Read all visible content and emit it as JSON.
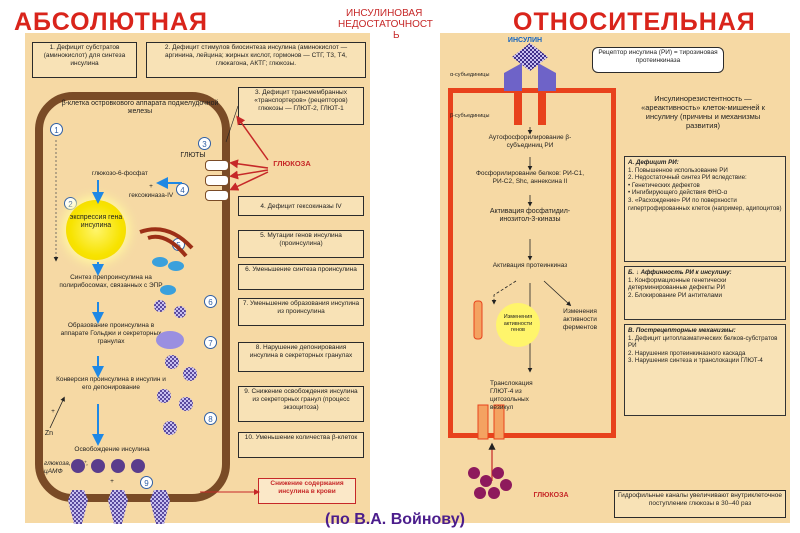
{
  "headers": {
    "absolute": "АБСОЛЮТНАЯ",
    "center_line1": "ИНСУЛИНОВАЯ",
    "center_line2": "НЕДОСТАТОЧНОСТ",
    "center_line3": "Ь",
    "relative": "ОТНОСИТЕЛЬНАЯ"
  },
  "credit": "(по В.А. Войнову)",
  "left": {
    "box1": "1. Дефицит субстратов (аминокислот) для синтеза инсулина",
    "box2": "2. Дефицит стимулов биосинтеза инсулина (аминокислот — аргинина, лейцина; жирных кислот, гормонов — СТГ, Т3, Т4, глюкагона, АКТГ; глюкозы.",
    "box3": "3. Дефицит трансмембранных «транспортеров» (рецепторов) глюкозы — ГЛЮТ-2, ГЛЮТ-1",
    "box4": "4. Дефицит гексокиназы IV",
    "box5": "5. Мутации генов инсулина (проинсулина)",
    "box6": "6. Уменьшение синтеза проинсулина",
    "box7": "7. Уменьшение образования инсулина из проинсулина",
    "box8": "8. Нарушение депонирования инсулина в секреторных гранулах",
    "box9": "9. Снижение освобождения инсулина из секреторных гранул (процесс экзоцитоза)",
    "box10": "10. Уменьшение количества β-клеток",
    "result": "Снижение содержания инсулина в крови",
    "cell_title": "β-клетка островкового аппарата поджелудочной железы",
    "gluts": "ГЛЮТЫ",
    "glucose": "ГЛЮКОЗА",
    "g6p": "глюкозо-6-фосфат",
    "hexokinase": "гексокиназа-IV",
    "expression": "экспрессия гена инсулина",
    "synth": "Синтез препроинсулина на полирибосомах, связанных с ЭПР",
    "formation": "Образование проинсулина в аппарате Гольджи и секреторных гранулах",
    "conversion": "Конверсия проинсулина в инсулин и его депонирование",
    "release": "Освобождение инсулина",
    "zn": "Zn",
    "factors": "глюкоза, Ca²⁺, цАМФ",
    "n1": "1",
    "n2": "2",
    "n3": "3",
    "n4": "4",
    "n5": "5",
    "n6": "6",
    "n7": "7",
    "n8": "8",
    "n9": "9",
    "plus": "+"
  },
  "right": {
    "insulin": "ИНСУЛИН",
    "alpha": "α-субъединицы",
    "beta": "β-субъединицы",
    "receptor": "Рецептор инсулина (РИ) = тирозиновая протеинкиназа",
    "autophos": "Аутофосфорилирование β-субъединиц РИ",
    "phos": "Фосфорилирование белков: РИ-С1, РИ-С2, Shc, аннексина II",
    "activation_pi3k": "Активация фосфатидил-инозитол-3-киназы",
    "activation_pk": "Активация протеинкиназ",
    "gene_change": "Изменения активности генов",
    "enzyme_change": "Изменения активности ферментов",
    "translocation": "Транслокация ГЛЮТ-4 из цитозольных везикул",
    "glucose": "ГЛЮКОЗА",
    "hydrophilic": "Гидрофильные каналы увеличивают внутриклеточное поступление глюкозы в 30–40 раз",
    "resistance": "Инсулинорезистентность — «ареактивность» клеток-мишеней к инсулину (причины и механизмы развития)",
    "a_title": "А. Дефицит РИ:",
    "a_body": "1. Повышенное использование РИ\n2. Недостаточный синтез РИ вследствие:\n• Генетических дефектов\n• Ингибирующего действия ФНО-α\n3. «Расхождение» РИ по поверхности гипертрофированных клеток (например, адипоцитов)",
    "b_title": "Б. ↓ Аффинность РИ к инсулину:",
    "b_body": "1. Конформационные генетически детерминированные дефекты РИ\n2. Блокирование РИ антителами",
    "c_title": "В. Пострецепторные механизмы:",
    "c_body": "1. Дефицит цитоплазматических белков-субстратов РИ\n2. Нарушения протеинкиназного каскада\n3. Нарушения синтеза и транслокации ГЛЮТ-4"
  }
}
